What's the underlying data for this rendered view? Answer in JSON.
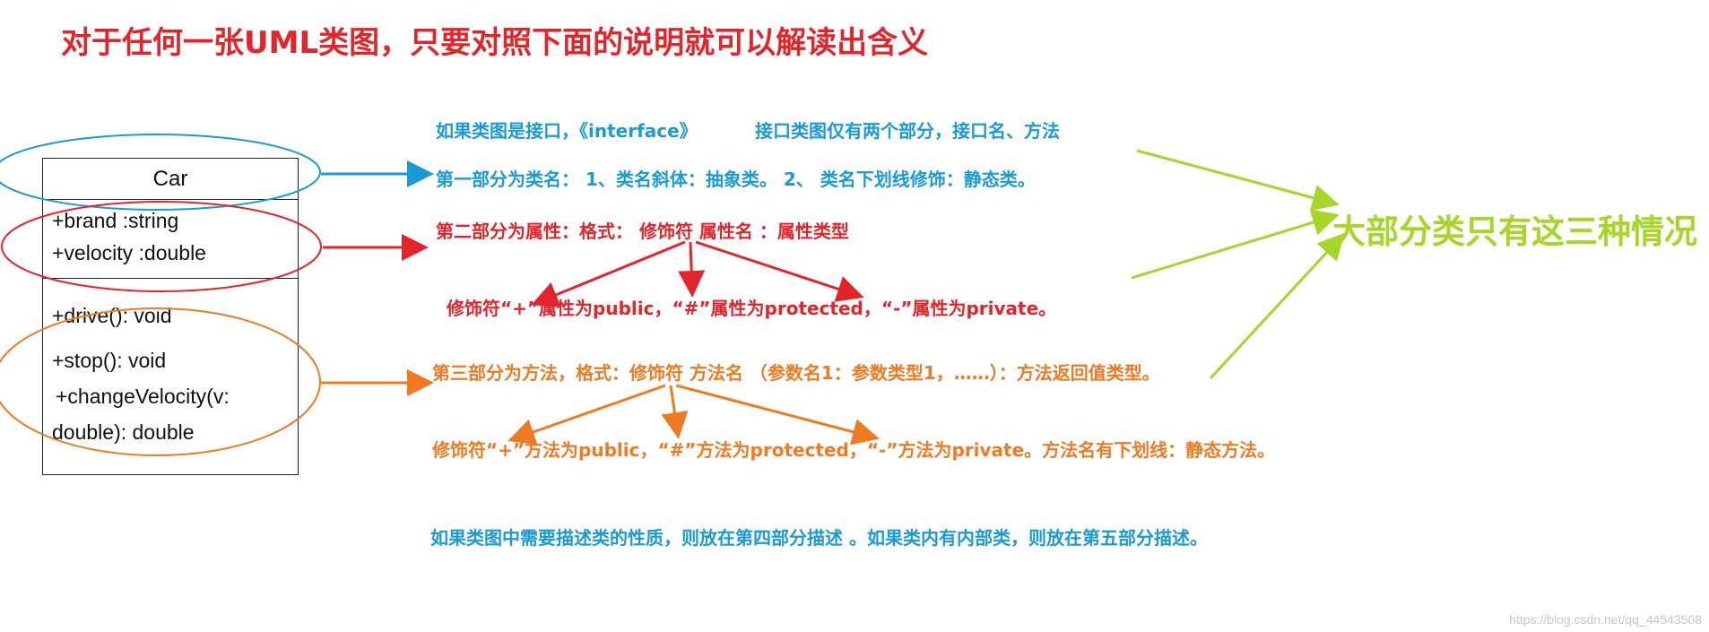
{
  "title": "对于任何一张UML类图，只要对照下面的说明就可以解读出含义",
  "uml_class": {
    "name": "Car",
    "attributes": [
      "+brand :string",
      "+velocity :double"
    ],
    "methods": [
      "+drive(): void",
      "+stop(): void",
      "+changeVelocity(v:",
      "double): double"
    ]
  },
  "notes": {
    "interface_a": "如果类图是接口，《interface》",
    "interface_b": "接口类图仅有两个部分，接口名、方法",
    "part1": "第一部分为类名：      1、类名斜体：抽象类。     2、 类名下划线修饰：静态类。",
    "part2": "第二部分为属性：格式：    修饰符   属性名 ：属性类型",
    "part2_mod": "修饰符“+”属性为public，“#”属性为protected，“-”属性为private。",
    "part3": "第三部分为方法，格式：修饰符 方法名 （参数名1：参数类型1，……）：方法返回值类型。",
    "part3_mod": "修饰符“+”方法为public，“#”方法为protected，“-”方法为private。方法名有下划线：静态方法。",
    "extra": "如果类图中需要描述类的性质，则放在第四部分描述 。如果类内有内部类，则放在第五部分描述。",
    "summary": "大部分类只有这三种情况"
  },
  "watermark": "https://blog.csdn.net/qq_44543508",
  "colors": {
    "blue": "#1a9ad6",
    "red": "#e3242b",
    "orange": "#f07a22",
    "green": "#a6d62a"
  }
}
